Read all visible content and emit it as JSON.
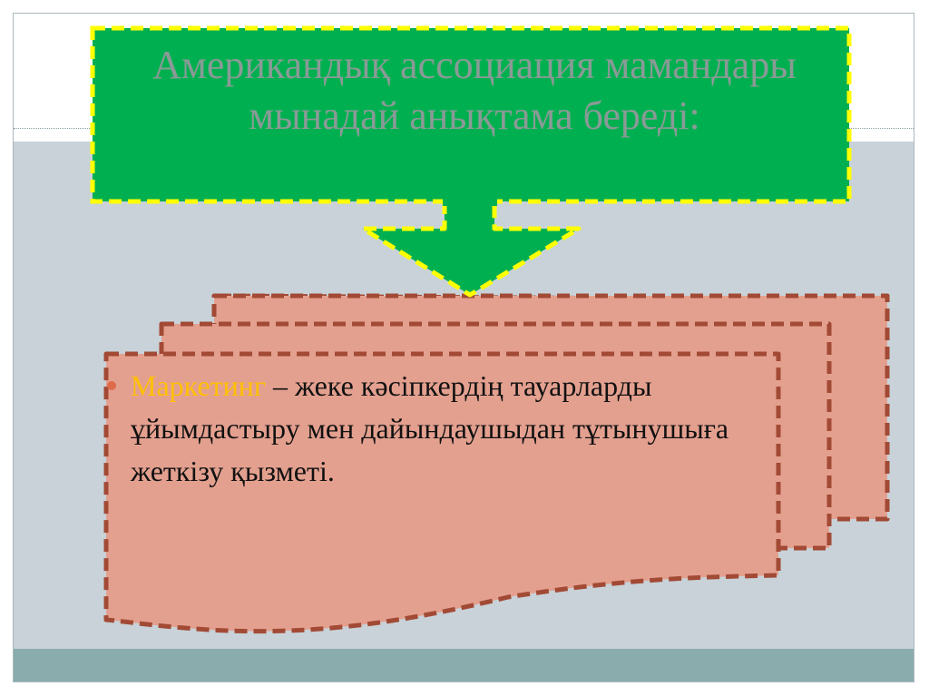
{
  "slide": {
    "title": "Американдық ассоциация мамандары мынадай анықтама береді:",
    "bullet": {
      "highlight": "Маркетинг",
      "text": " – жеке кәсіпкердің тауарларды ұйымдастыру мен дайындаушыдан тұтынушыға жеткізу қызметі."
    }
  },
  "colors": {
    "title_box": "#00b050",
    "title_border": "#ffff00",
    "title_text": "#8a9a96",
    "card_fill": "#e4a08f",
    "card_border": "#a24a35",
    "highlight": "#ffc000",
    "bullet_dot": "#e06a4c",
    "gray_band": "#c8d2d8",
    "teal_band": "#8bacad"
  }
}
